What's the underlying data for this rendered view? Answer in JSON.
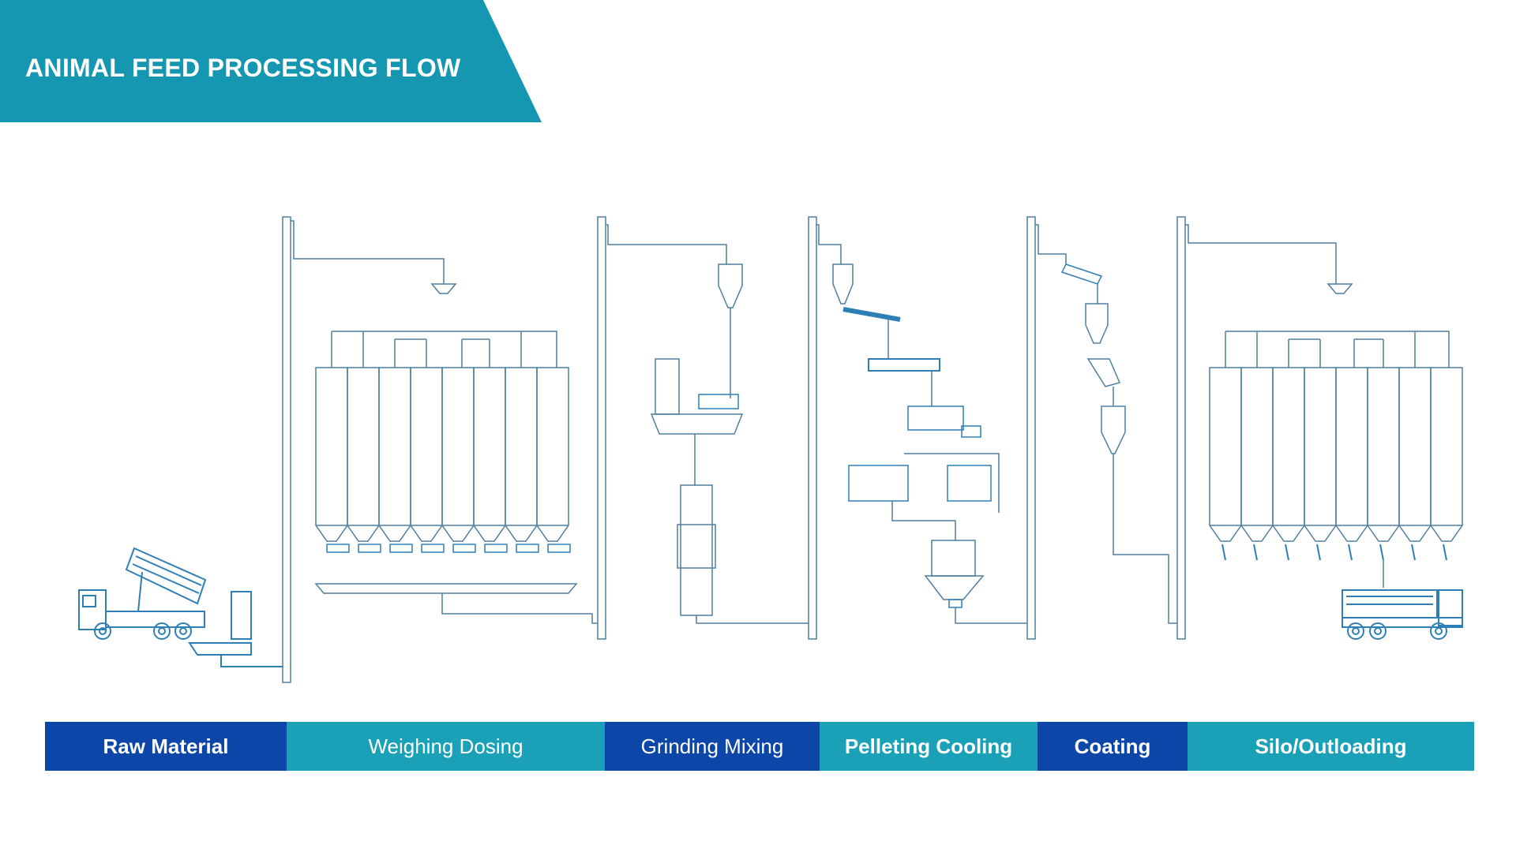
{
  "header": {
    "title": "ANIMAL FEED PROCESSING FLOW"
  },
  "colors": {
    "banner": "#1597b2",
    "line_art": "#3a7ca8",
    "stage_dark": "#0d46a9",
    "stage_light": "#1ba1b7"
  },
  "stages": [
    {
      "label": "Raw Material",
      "style": "dark",
      "bold": true
    },
    {
      "label": "Weighing Dosing",
      "style": "light",
      "bold": false
    },
    {
      "label": "Grinding Mixing",
      "style": "dark",
      "bold": false
    },
    {
      "label": "Pelleting Cooling",
      "style": "light",
      "bold": true
    },
    {
      "label": "Coating",
      "style": "dark",
      "bold": true
    },
    {
      "label": "Silo/Outloading",
      "style": "light",
      "bold": true
    }
  ]
}
